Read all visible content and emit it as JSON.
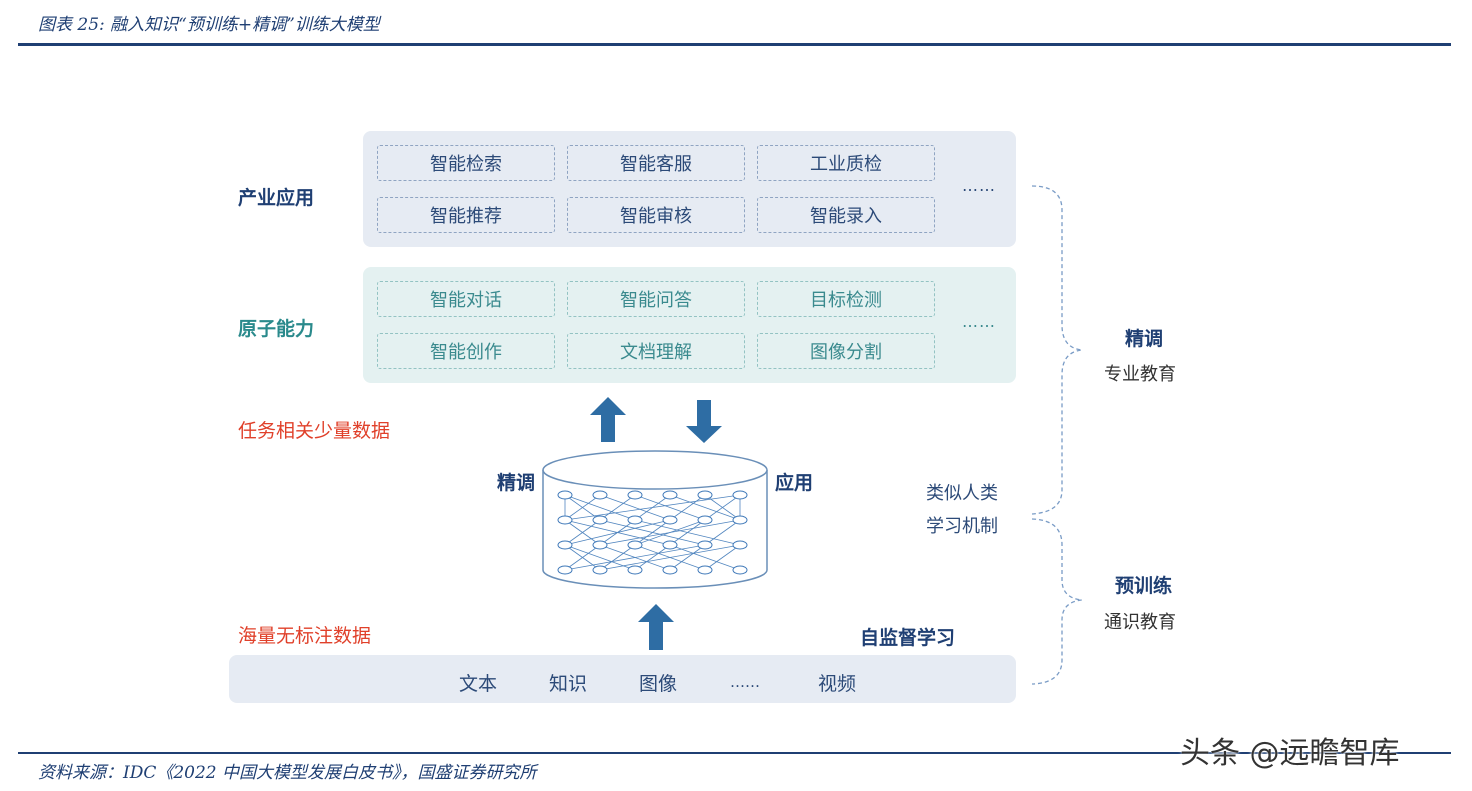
{
  "header": {
    "title": "图表 25: 融入知识“预训练+精调”训练大模型"
  },
  "footer": {
    "source": "资料来源：IDC《2022 中国大模型发展白皮书》，国盛证券研究所"
  },
  "watermark": "头条 @远瞻智库",
  "industry": {
    "label": "产业应用",
    "row1": [
      "智能检索",
      "智能客服",
      "工业质检"
    ],
    "row2": [
      "智能推荐",
      "智能审核",
      "智能录入"
    ],
    "ellipsis": "……"
  },
  "atomic": {
    "label": "原子能力",
    "row1": [
      "智能对话",
      "智能问答",
      "目标检测"
    ],
    "row2": [
      "智能创作",
      "文档理解",
      "图像分割"
    ],
    "ellipsis": "……"
  },
  "model": {
    "task_data_label": "任务相关少量数据",
    "finetune_label": "精调",
    "apply_label": "应用",
    "massive_data_label": "海量无标注数据",
    "self_supervised_label": "自监督学习"
  },
  "data_bar": {
    "items": [
      "文本",
      "知识",
      "图像",
      "……",
      "视频"
    ]
  },
  "side": {
    "finetune_title": "精调",
    "finetune_sub": "专业教育",
    "mechanism_line1": "类似人类",
    "mechanism_line2": "学习机制",
    "pretrain_title": "预训练",
    "pretrain_sub": "通识教育"
  },
  "colors": {
    "navy": "#1f3f73",
    "teal": "#2a8a8c",
    "red": "#e0402a",
    "arrow_blue": "#2e6da4",
    "panel_blue": "#e6ebf3",
    "panel_teal": "#e4f1f1"
  }
}
